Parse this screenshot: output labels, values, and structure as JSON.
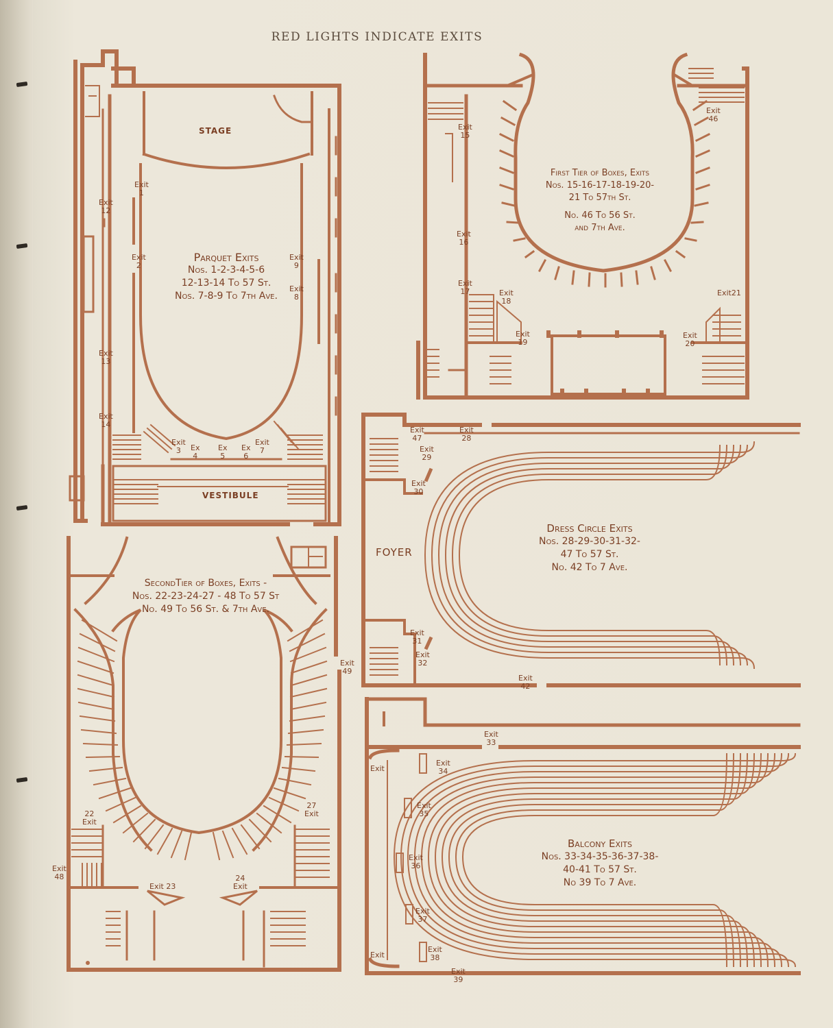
{
  "header": "RED LIGHTS INDICATE EXITS",
  "colors": {
    "ink": "#b4704d",
    "text": "#7a3e23",
    "paper": "#ebe6d8"
  },
  "parquet": {
    "stage": "STAGE",
    "vestibule": "VESTIBULE",
    "caption_title": "Parquet Exits",
    "caption_lines": [
      "Nos. 1-2-3-4-5-6",
      "12-13-14 To 57 St.",
      "Nos. 7-8-9 To 7th Ave."
    ]
  },
  "first_tier": {
    "caption_title": "First Tier of Boxes, Exits",
    "caption_lines": [
      "Nos. 15-16-17-18-19-20-",
      "21 To 57th St.",
      "No. 46 To 56 St.",
      "and 7th Ave."
    ]
  },
  "dress_circle": {
    "foyer": "FOYER",
    "caption_title": "Dress Circle Exits",
    "caption_lines": [
      "Nos. 28-29-30-31-32-",
      "47 To 57 St.",
      "No. 42 To 7 Ave."
    ]
  },
  "second_tier": {
    "caption_title": "SecondTier of Boxes, Exits -",
    "caption_lines": [
      "Nos. 22-23-24-27 - 48 To 57 St",
      "No. 49 To 56 St. & 7th Ave."
    ]
  },
  "balcony": {
    "caption_title": "Balcony Exits",
    "caption_lines": [
      "Nos. 33-34-35-36-37-38-",
      "40-41 To 57 St.",
      "No 39 To 7 Ave."
    ]
  },
  "exits": [
    {
      "id": "exit-1",
      "word": "Exit",
      "num": "1"
    },
    {
      "id": "exit-2",
      "word": "Exit",
      "num": "2"
    },
    {
      "id": "exit-3",
      "word": "Exit",
      "num": "3"
    },
    {
      "id": "exit-4",
      "word": "Ex",
      "num": "4"
    },
    {
      "id": "exit-5",
      "word": "Ex",
      "num": "5"
    },
    {
      "id": "exit-6",
      "word": "Ex",
      "num": "6"
    },
    {
      "id": "exit-7",
      "word": "Exit",
      "num": "7"
    },
    {
      "id": "exit-8",
      "word": "Exit",
      "num": "8"
    },
    {
      "id": "exit-9",
      "word": "Exit",
      "num": "9"
    },
    {
      "id": "exit-12",
      "word": "Exit",
      "num": "12"
    },
    {
      "id": "exit-13",
      "word": "Exit",
      "num": "13"
    },
    {
      "id": "exit-14",
      "word": "Exit",
      "num": "14"
    },
    {
      "id": "exit-15",
      "word": "Exit",
      "num": "15"
    },
    {
      "id": "exit-16",
      "word": "Exit",
      "num": "16"
    },
    {
      "id": "exit-17",
      "word": "Exit",
      "num": "17"
    },
    {
      "id": "exit-18",
      "word": "Exit",
      "num": "18"
    },
    {
      "id": "exit-19",
      "word": "Exit",
      "num": "19"
    },
    {
      "id": "exit-20",
      "word": "Exit",
      "num": "20"
    },
    {
      "id": "exit-21",
      "word": "Exit",
      "num": "21"
    },
    {
      "id": "exit-22",
      "word": "Exit",
      "num": "22"
    },
    {
      "id": "exit-23",
      "word": "Exit",
      "num": "23"
    },
    {
      "id": "exit-24",
      "word": "Exit",
      "num": "24"
    },
    {
      "id": "exit-27",
      "word": "Exit",
      "num": "27"
    },
    {
      "id": "exit-28",
      "word": "Exit",
      "num": "28"
    },
    {
      "id": "exit-29",
      "word": "Exit",
      "num": "29"
    },
    {
      "id": "exit-30",
      "word": "Exit",
      "num": "30"
    },
    {
      "id": "exit-31",
      "word": "Exit",
      "num": "31"
    },
    {
      "id": "exit-32",
      "word": "Exit",
      "num": "32"
    },
    {
      "id": "exit-33",
      "word": "Exit",
      "num": "33"
    },
    {
      "id": "exit-34",
      "word": "Exit",
      "num": "34"
    },
    {
      "id": "exit-35",
      "word": "Exit",
      "num": "35"
    },
    {
      "id": "exit-36",
      "word": "Exit",
      "num": "36"
    },
    {
      "id": "exit-37",
      "word": "Exit",
      "num": "37"
    },
    {
      "id": "exit-38",
      "word": "Exit",
      "num": "38"
    },
    {
      "id": "exit-39",
      "word": "Exit",
      "num": "39"
    },
    {
      "id": "exit-40",
      "word": "Exit",
      "num": ""
    },
    {
      "id": "exit-41",
      "word": "Exit",
      "num": ""
    },
    {
      "id": "exit-42",
      "word": "Exit",
      "num": "42"
    },
    {
      "id": "exit-46",
      "word": "Exit",
      "num": "46"
    },
    {
      "id": "exit-47",
      "word": "Exit",
      "num": "47"
    },
    {
      "id": "exit-48",
      "word": "Exit",
      "num": "48"
    },
    {
      "id": "exit-49",
      "word": "Exit",
      "num": "49"
    }
  ]
}
